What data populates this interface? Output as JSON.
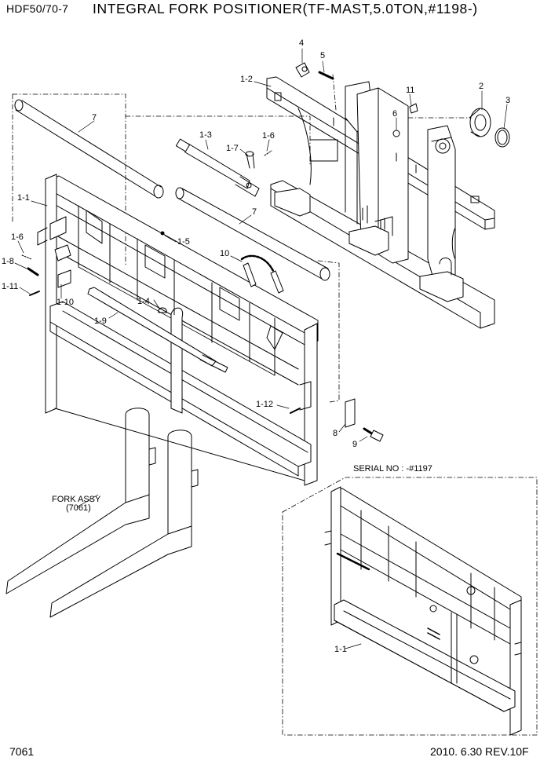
{
  "header": {
    "model": "HDF50/70-7",
    "title": "INTEGRAL FORK POSITIONER(TF-MAST,5.0TON,#1198-)"
  },
  "footer": {
    "page": "7061",
    "revision": "2010. 6.30  REV.10F"
  },
  "callouts": {
    "p4": "4",
    "p5": "5",
    "p1_2": "1-2",
    "p11": "11",
    "p2": "2",
    "p3": "3",
    "p6": "6",
    "p7a": "7",
    "p1_3": "1-3",
    "p1_6a": "1-6",
    "p1_7": "1-7",
    "p1_1": "1-1",
    "p7b": "7",
    "p1_6b": "1-6",
    "p1_5": "1-5",
    "p1_8": "1-8",
    "p10": "10",
    "p1_11": "1-11",
    "p1_4": "1-4",
    "p1_10": "1-10",
    "p1_9": "1-9",
    "p1_12": "1-12",
    "p8": "8",
    "p9": "9",
    "p1_1b": "1-1"
  },
  "fork_assy": {
    "label": "FORK ASSY",
    "ref": "(7061)"
  },
  "inset": {
    "serial": "SERIAL NO : -#1197"
  }
}
